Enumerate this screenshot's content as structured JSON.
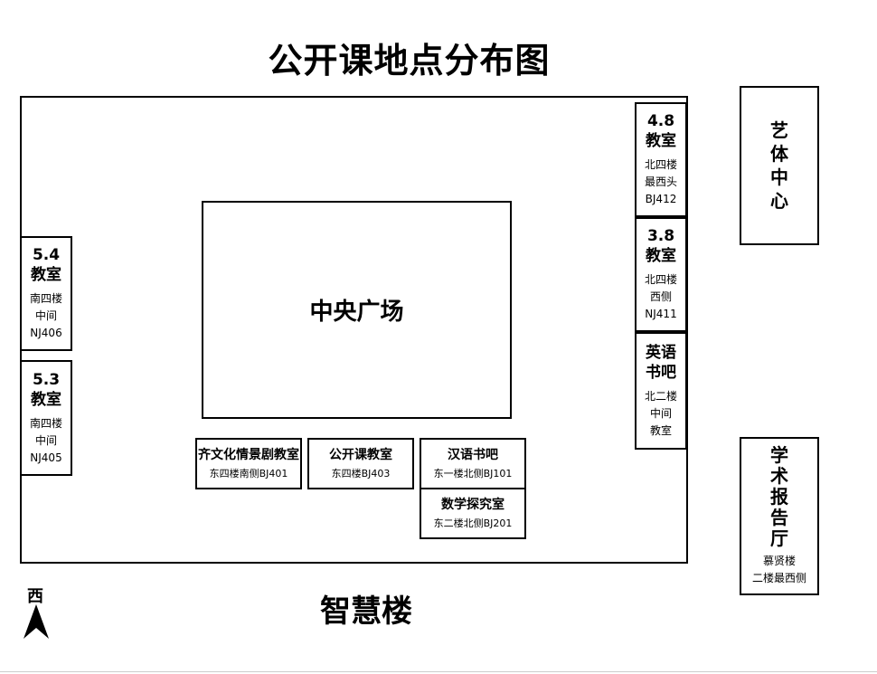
{
  "title": "公开课地点分布图",
  "building": "智慧楼",
  "compass": {
    "label": "西"
  },
  "plaza": {
    "label": "中央广场"
  },
  "right_rooms": [
    {
      "title1": "4.8",
      "title2": "教室",
      "sub1": "北四楼",
      "sub2": "最西头",
      "sub3": "BJ412"
    },
    {
      "title1": "3.8",
      "title2": "教室",
      "sub1": "北四楼",
      "sub2": "西侧",
      "sub3": "NJ411"
    },
    {
      "title1": "英语",
      "title2": "书吧",
      "sub1": "北二楼",
      "sub2": "中间",
      "sub3": "教室"
    }
  ],
  "left_rooms": [
    {
      "title1": "5.4",
      "title2": "教室",
      "sub1": "南四楼",
      "sub2": "中间",
      "sub3": "NJ406"
    },
    {
      "title1": "5.3",
      "title2": "教室",
      "sub1": "南四楼",
      "sub2": "中间",
      "sub3": "NJ405"
    }
  ],
  "bottom_rooms": [
    {
      "name": "齐文化情景剧教室",
      "location": "东四楼南侧BJ401"
    },
    {
      "name": "公开课教室",
      "location": "东四楼BJ403"
    },
    {
      "name": "汉语书吧",
      "location": "东一楼北侧BJ101"
    },
    {
      "name": "数学探究室",
      "location": "东二楼北侧BJ201"
    }
  ],
  "art_center": {
    "chars": [
      "艺",
      "体",
      "中",
      "心"
    ]
  },
  "lecture_hall": {
    "chars": [
      "学",
      "术",
      "报",
      "告",
      "厅"
    ],
    "sub1": "慕贤楼",
    "sub2": "二楼最西侧"
  }
}
